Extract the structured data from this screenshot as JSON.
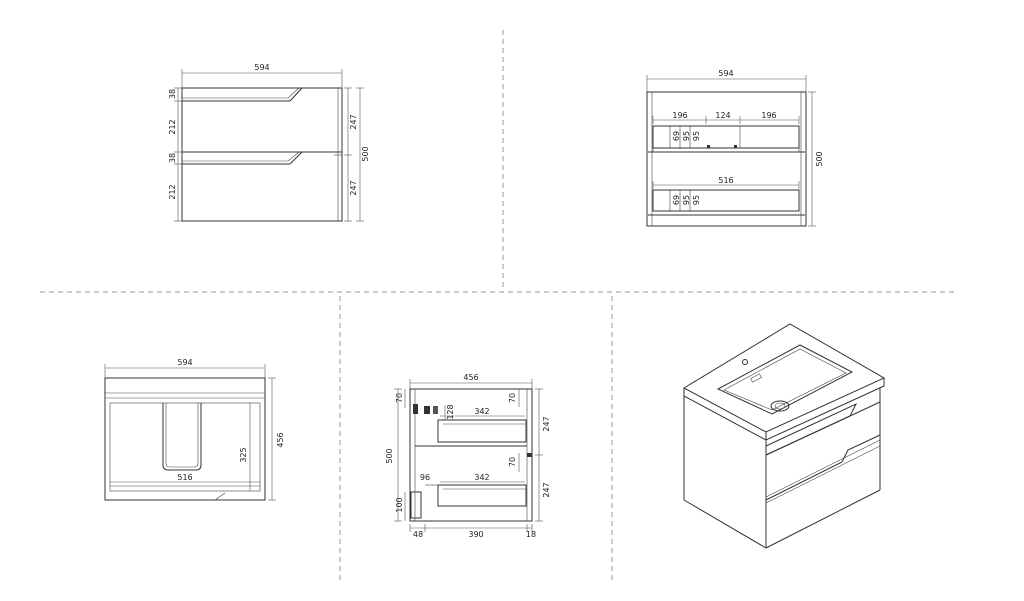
{
  "front_view": {
    "width": "594",
    "gap_top": "38",
    "drawer_1": "212",
    "gap_mid": "38",
    "drawer_2": "212",
    "drawer_height_1": "247",
    "drawer_height_2": "247",
    "total_height": "500"
  },
  "back_view": {
    "width": "594",
    "left_section": "196",
    "center_section": "124",
    "right_section": "196",
    "upper_a": "69",
    "upper_b": "95",
    "upper_c": "95",
    "lower_width": "516",
    "lower_a": "69",
    "lower_b": "95",
    "lower_c": "95",
    "total_height": "500"
  },
  "top_view": {
    "width": "594",
    "inner_width": "516",
    "inner_depth": "325",
    "depth": "456"
  },
  "side_view": {
    "depth": "456",
    "top_gap": "70",
    "upper_drawer_offset": "128",
    "upper_drawer_depth": "342",
    "right_gap_upper": "70",
    "right_height_upper": "247",
    "total_height": "500",
    "right_gap_lower": "70",
    "lower_drawer_offset": "96",
    "lower_drawer_depth": "342",
    "right_height_lower": "247",
    "bottom_gap": "100",
    "front_offset": "48",
    "base_depth": "390",
    "rear_offset": "18"
  }
}
